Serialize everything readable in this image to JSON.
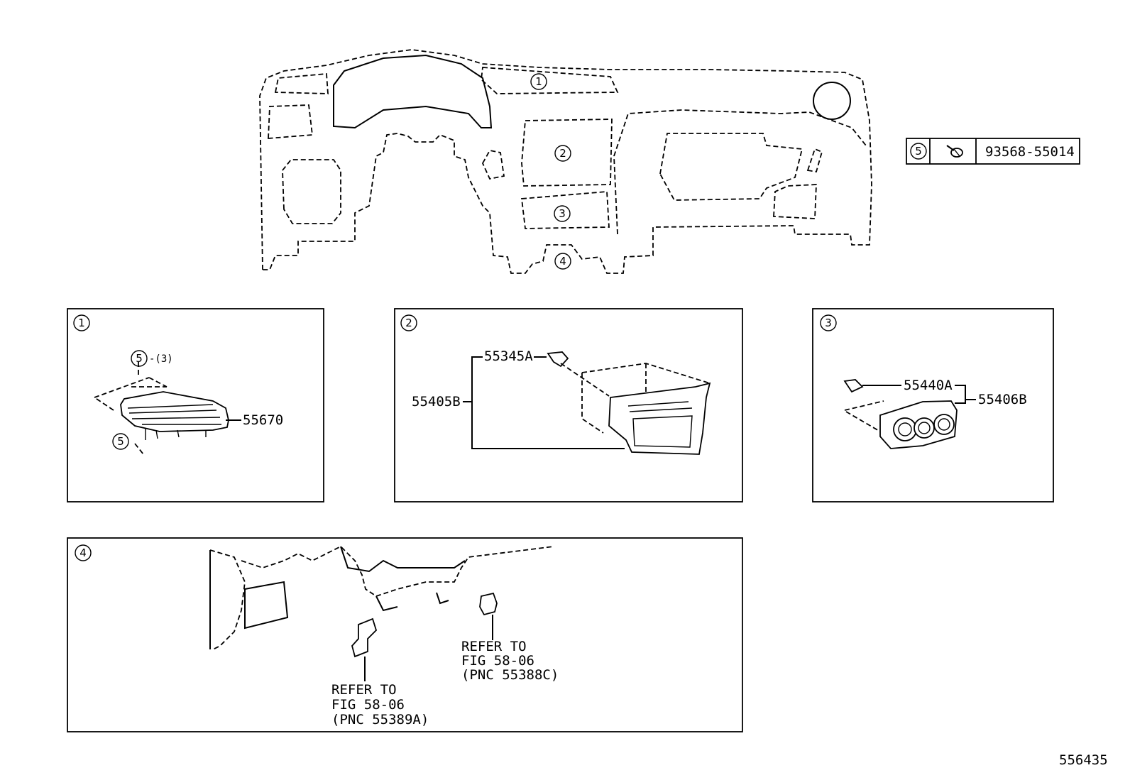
{
  "overview": {
    "callouts": [
      "1",
      "2",
      "3",
      "4"
    ]
  },
  "legend": {
    "ref": "5",
    "part_number": "93568-55014",
    "icon": "screw-icon"
  },
  "panels": [
    {
      "ref": "1",
      "labels": {
        "part": "55670",
        "screw_ref_a": "5",
        "screw_qty": "-(3)",
        "screw_ref_b": "5"
      }
    },
    {
      "ref": "2",
      "labels": {
        "clip": "55345A",
        "assembly": "55405B"
      }
    },
    {
      "ref": "3",
      "labels": {
        "clip": "55440A",
        "assembly": "55406B"
      }
    },
    {
      "ref": "4",
      "labels": {
        "refer_a": [
          "REFER TO",
          "FIG 58-06",
          "(PNC 55389A)"
        ],
        "refer_b": [
          "REFER TO",
          "FIG 58-06",
          "(PNC 55388C)"
        ]
      }
    }
  ],
  "figure_id": "556435"
}
